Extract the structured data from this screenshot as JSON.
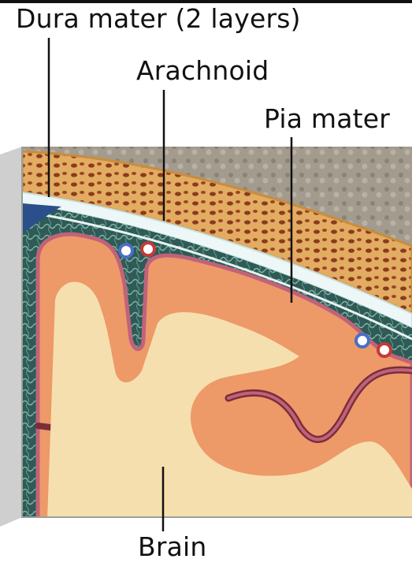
{
  "labels": {
    "dura": "Dura mater (2 layers)",
    "arachnoid": "Arachnoid",
    "pia": "Pia mater",
    "brain": "Brain"
  },
  "colors": {
    "skull_bone": "#d9a35a",
    "bone_marrow": "#8b3b1c",
    "dura": "#e8f4f4",
    "arachnoid_space": "#3f6d66",
    "gray_matter": "#ef9a6a",
    "white_matter": "#f6dfae",
    "pia": "#c0637a",
    "artery": "#c23a3a",
    "vein": "#4a6fc4",
    "scalp": "#9b9488"
  }
}
